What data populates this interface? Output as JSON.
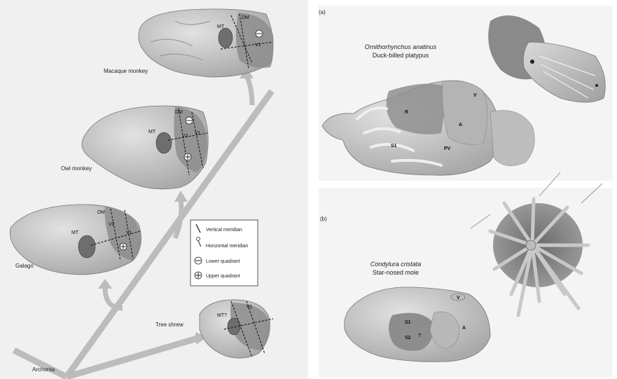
{
  "left_panel": {
    "species": {
      "macaque": "Macaque monkey",
      "owl": "Owl monkey",
      "galago": "Galago",
      "tree_shrew": "Tree shrew",
      "root": "Archonta"
    },
    "areas": {
      "mt": "MT",
      "mt_q": "MT?",
      "dm": "DM",
      "v1": "V1",
      "v2": "V2"
    },
    "legend": {
      "vertical": "Vertical meridian",
      "horizontal": "Horizontal meridian",
      "lower": "Lower quadrant",
      "upper": "Upper quadrant"
    }
  },
  "panel_a": {
    "letter": "(a)",
    "species_latin": "Ornithorhynchus anatinus",
    "species_common": "Duck-billed platypus",
    "areas": {
      "r": "R",
      "v": "V",
      "a": "A",
      "s1": "S1",
      "pv": "PV"
    }
  },
  "panel_b": {
    "letter": "(b)",
    "species_latin": "Condylura cristata",
    "species_common": "Star-nosed mole",
    "areas": {
      "v": "V",
      "a": "A",
      "s1": "S1",
      "s2": "S2",
      "q": "?"
    }
  },
  "colors": {
    "brain": "#c8c8c8",
    "brain_dark": "#9a9a9a",
    "visual_area": "#8c8c8c",
    "mt_fill": "#6e6e6e",
    "panel_bg": "#f2f2f2"
  }
}
